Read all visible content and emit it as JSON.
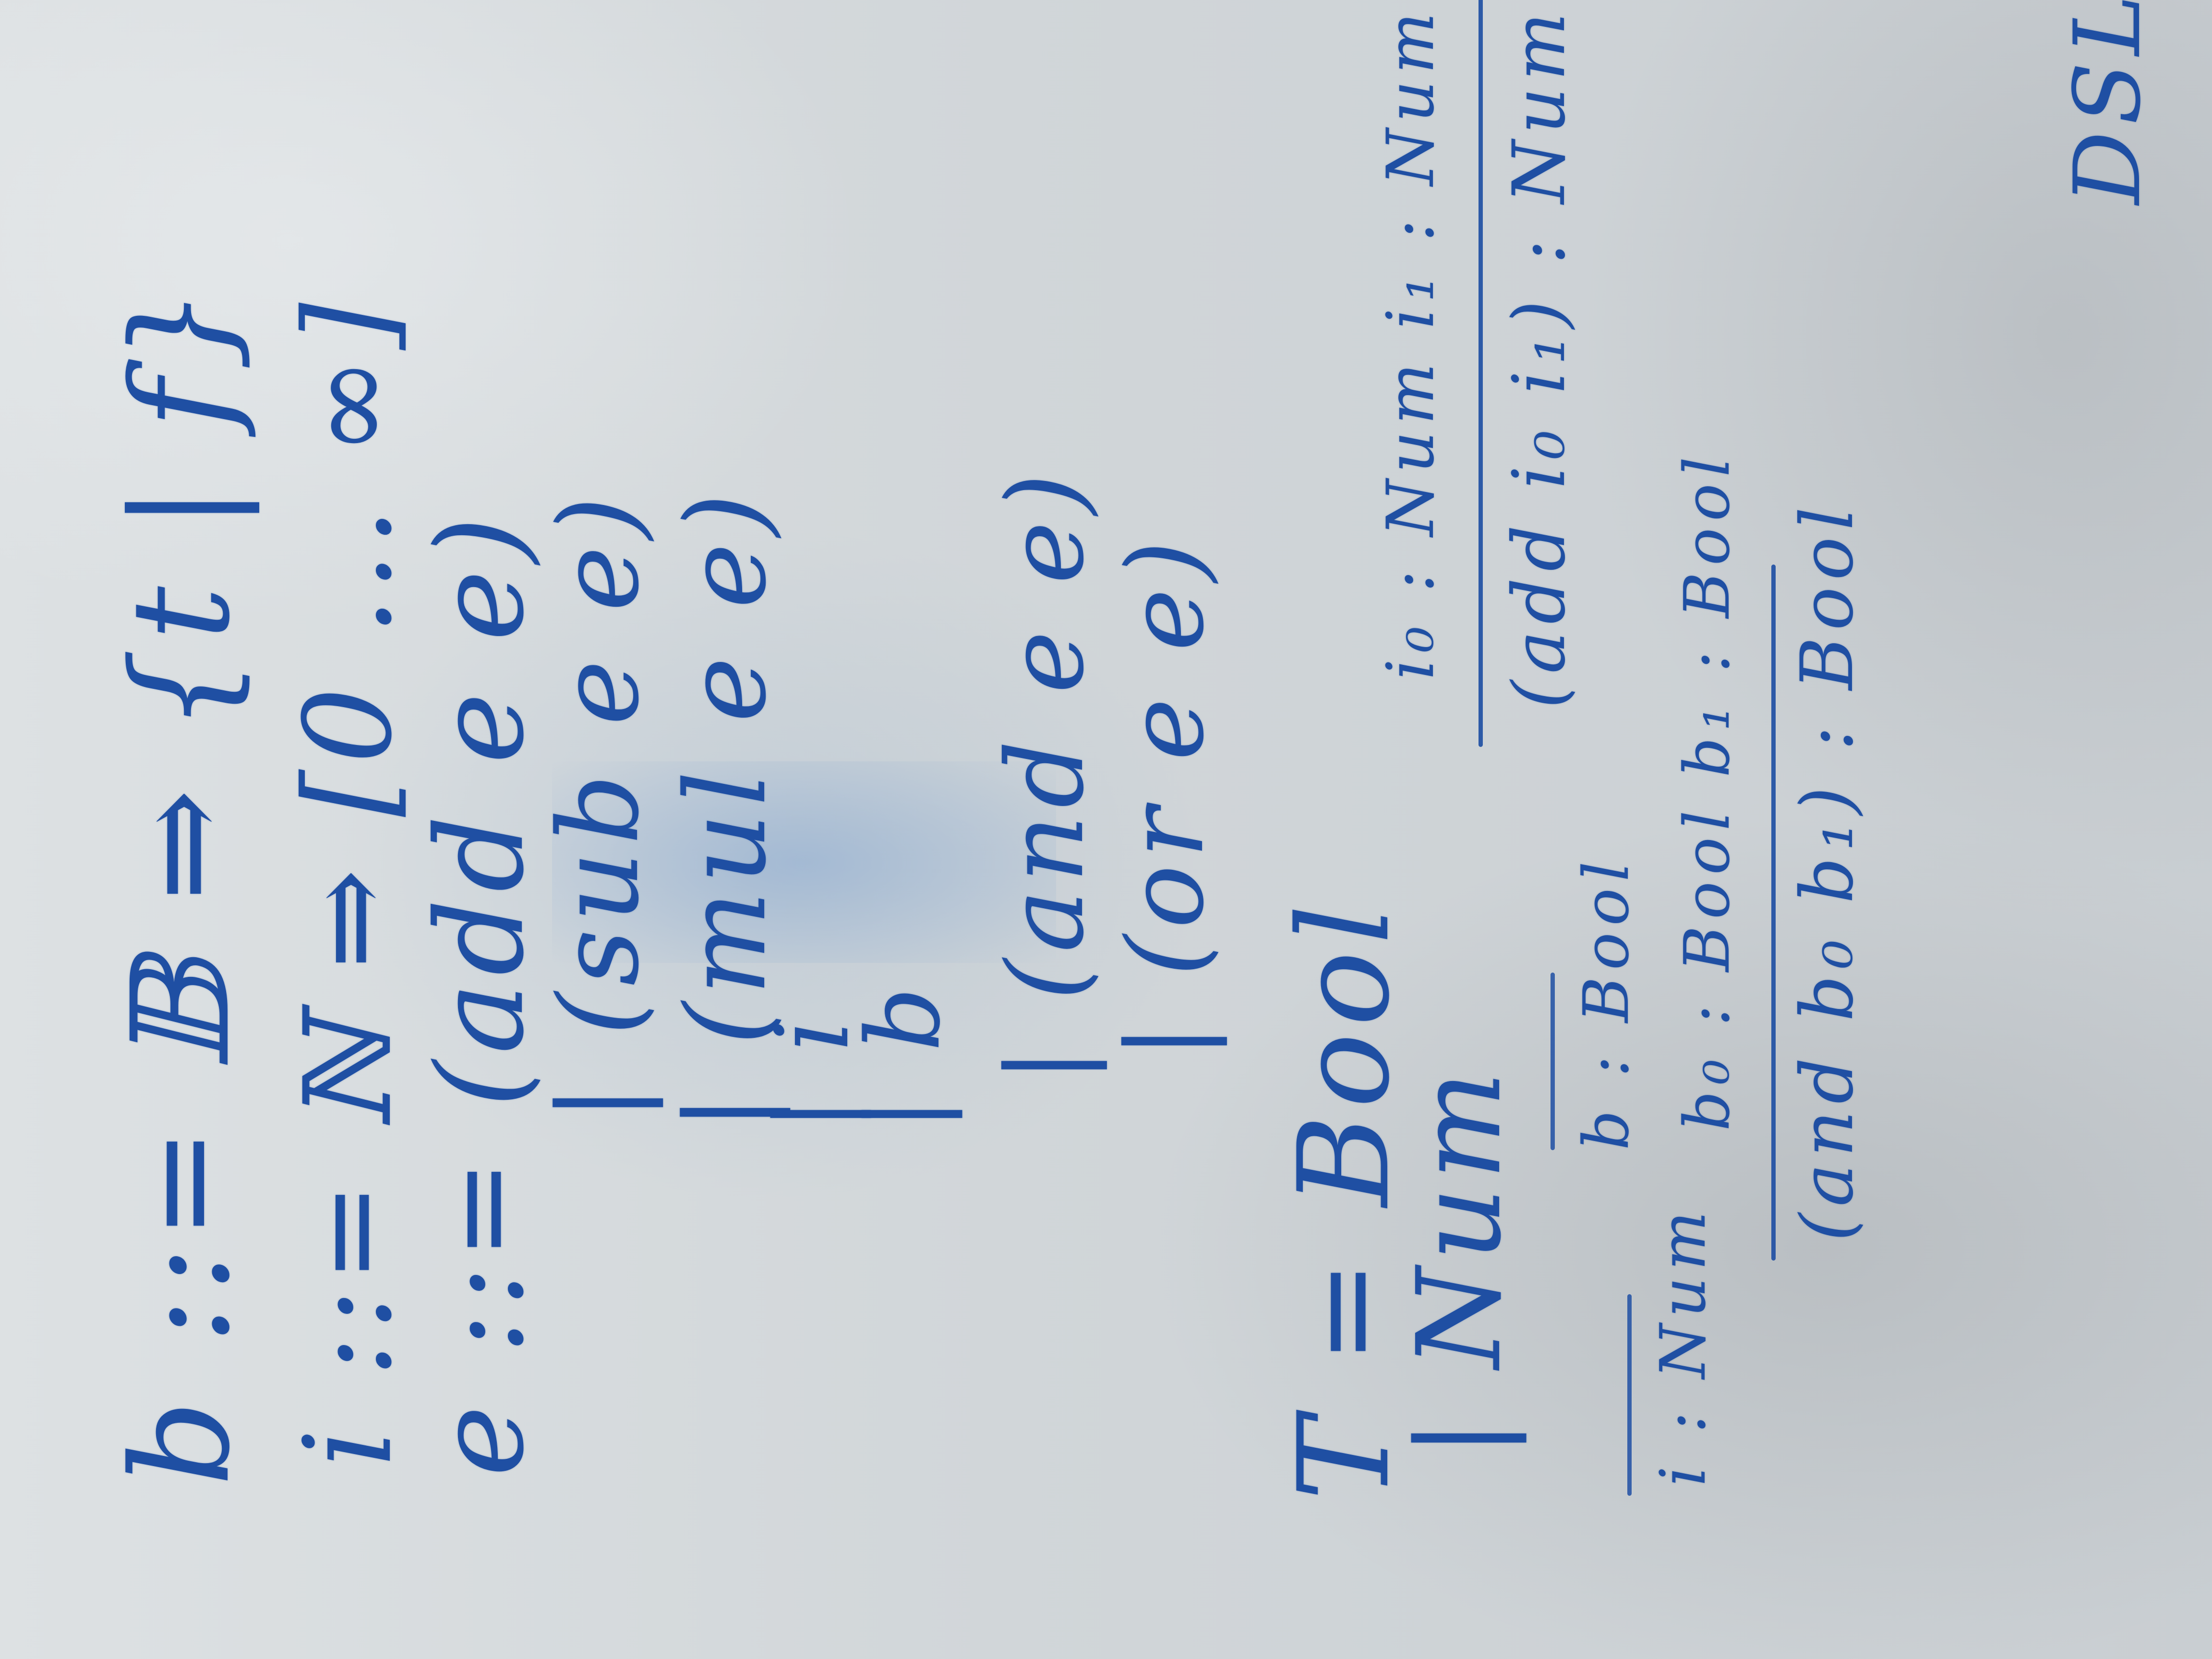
{
  "title": "DSL from",
  "grammar": {
    "bool_rule": "b ::= 𝔹 ⇒ {t | f}",
    "int_rule": "i ::= ℕ ⇒ [0 ... ∞]",
    "expr_head": "e ::= (add e e)",
    "expr_sub": "| (sub e e)",
    "expr_mul": "| (mul e e)",
    "expr_i": "| i",
    "expr_b": "| b",
    "expr_and": "| (and e e)",
    "expr_or": "| (or e e)"
  },
  "types": {
    "type_head": "T = Bool",
    "type_num": "| Num"
  },
  "rules": {
    "num_rule": {
      "conclusion": "i : Num"
    },
    "bool_rule": {
      "conclusion": "b : Bool"
    },
    "and_rule": {
      "premises": "b₀ : Bool   b₁ : Bool",
      "conclusion": "(and b₀ b₁) : Bool"
    },
    "add_rule": {
      "premises": "i₀ : Num   i₁ : Num",
      "conclusion": "(add i₀ i₁) : Num"
    }
  },
  "colors": {
    "ink": "#1f4fa3",
    "board": "#d3d7da"
  }
}
